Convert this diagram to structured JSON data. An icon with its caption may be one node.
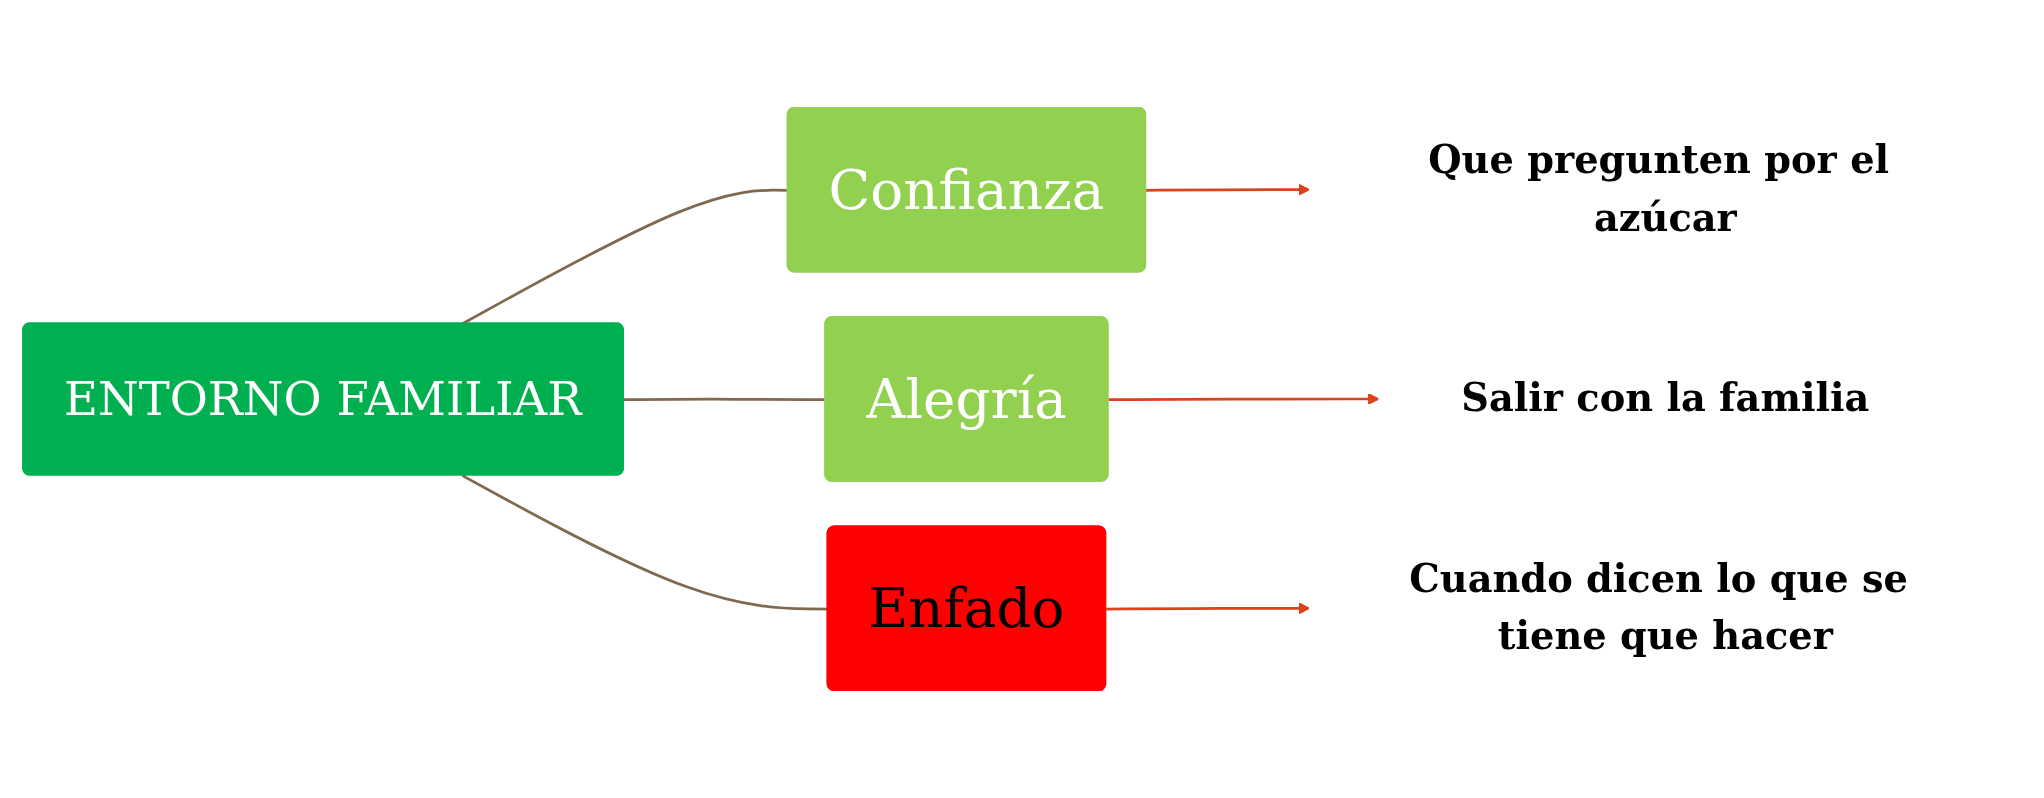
{
  "diagram": {
    "nodes": [
      {
        "text": [
          "ENTORNO FAMILIAR"
        ]
      },
      {
        "text": [
          "Confianza"
        ]
      },
      {
        "text": [
          "Alegría"
        ]
      },
      {
        "text": [
          "Enfado"
        ]
      },
      {
        "text": [
          "Que pregunten por el azúcar"
        ]
      },
      {
        "text": [
          "Salir con la familia"
        ]
      },
      {
        "text": [
          "Cuando dicen lo que se tiene que hacer"
        ]
      }
    ],
    "edges": [
      {
        "from": 0,
        "to": 1,
        "arrow": "none",
        "color": "#7f6a4f"
      },
      {
        "from": 0,
        "to": 2,
        "arrow": "none",
        "color": "#7f6a4f"
      },
      {
        "from": 0,
        "to": 3,
        "arrow": "none",
        "color": "#7f6a4f"
      },
      {
        "from": 1,
        "to": 4,
        "arrow": "to",
        "color": "#d9441c"
      },
      {
        "from": 2,
        "to": 5,
        "arrow": "to",
        "color": "#d9441c"
      },
      {
        "from": 3,
        "to": 6,
        "arrow": "to",
        "color": "#d9441c"
      }
    ]
  }
}
